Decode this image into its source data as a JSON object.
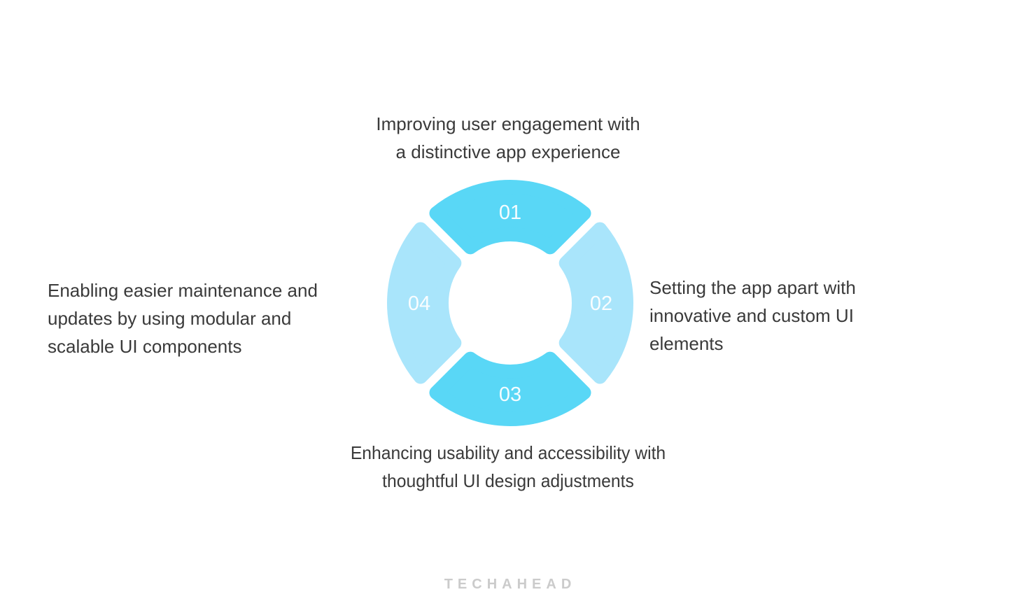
{
  "diagram": {
    "type": "circular-process-ring",
    "labels": {
      "top": {
        "lines": [
          "Improving user engagement with",
          "a distinctive app experience"
        ]
      },
      "right": {
        "lines": [
          "Setting the app apart with",
          "innovative and custom UI",
          "elements"
        ]
      },
      "bottom": {
        "lines": [
          "Enhancing usability and accessibility with",
          "thoughtful UI design adjustments"
        ]
      },
      "left": {
        "lines": [
          "Enabling easier maintenance and",
          "updates by using modular and",
          "scalable UI components"
        ]
      }
    },
    "ring": {
      "segments": [
        {
          "number": "01",
          "position": "top",
          "color": "#59D7F6",
          "label": "Improving user engagement with a distinctive app experience"
        },
        {
          "number": "02",
          "position": "right",
          "color": "#A9E5FB",
          "label": "Setting the app apart with innovative and custom UI elements"
        },
        {
          "number": "03",
          "position": "bottom",
          "color": "#59D7F6",
          "label": "Enhancing usability and accessibility with thoughtful UI design adjustments"
        },
        {
          "number": "04",
          "position": "left",
          "color": "#A9E5FB",
          "label": "Enabling easier maintenance and updates by using modular and scalable UI components"
        }
      ]
    },
    "watermark": "TECHAHEAD",
    "colors": {
      "background": "#FFFFFF",
      "segment_dark": "#59D7F6",
      "segment_light": "#A9E5FB",
      "body_text": "#3A3A3A",
      "number_text": "#FFFFFF",
      "watermark_text": "#CBCBCB"
    }
  }
}
